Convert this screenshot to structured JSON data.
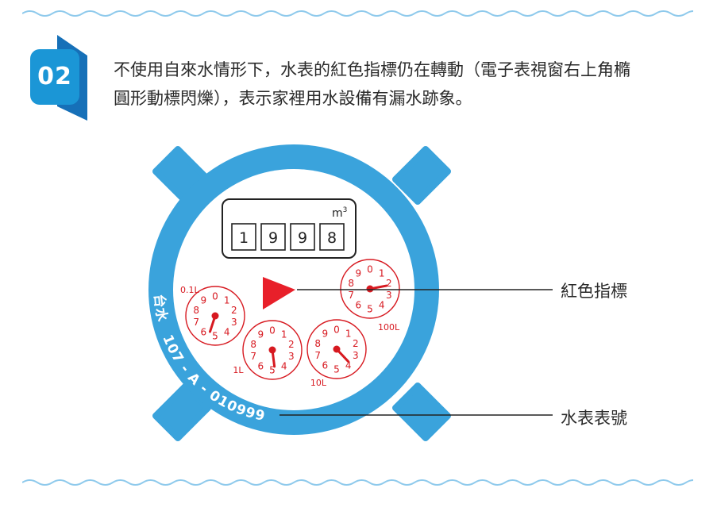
{
  "step": {
    "number": "02"
  },
  "description": {
    "line1": "不使用自來水情形下，水表的紅色指標仍在轉動（電子表視窗右上角橢",
    "line2": "圓形動標閃爍），表示家裡用水設備有漏水跡象。"
  },
  "meter": {
    "unit_base": "m",
    "unit_exp": "3",
    "digits": [
      "1",
      "9",
      "9",
      "8"
    ],
    "dials": [
      {
        "label": "0.1L",
        "numbers": [
          "0",
          "1",
          "2",
          "3",
          "4",
          "5",
          "6",
          "7",
          "8",
          "9"
        ]
      },
      {
        "label": "1L",
        "numbers": [
          "0",
          "1",
          "2",
          "3",
          "4",
          "5",
          "6",
          "7",
          "8",
          "9"
        ]
      },
      {
        "label": "10L",
        "numbers": [
          "0",
          "1",
          "2",
          "3",
          "4",
          "5",
          "6",
          "7",
          "8",
          "9"
        ]
      },
      {
        "label": "100L",
        "numbers": [
          "0",
          "1",
          "2",
          "3",
          "4",
          "5",
          "6",
          "7",
          "8",
          "9"
        ]
      }
    ],
    "rim_brand": "台水",
    "rim_serial": "107 - A - 010999"
  },
  "callouts": {
    "red_pointer": "紅色指標",
    "serial_number": "水表表號"
  },
  "colors": {
    "accent_blue": "#3aa3dc",
    "badge_blue": "#1b96d6",
    "badge_dark": "#1670b8",
    "dial_red": "#d71920",
    "wave_blue": "#8fcaec"
  }
}
